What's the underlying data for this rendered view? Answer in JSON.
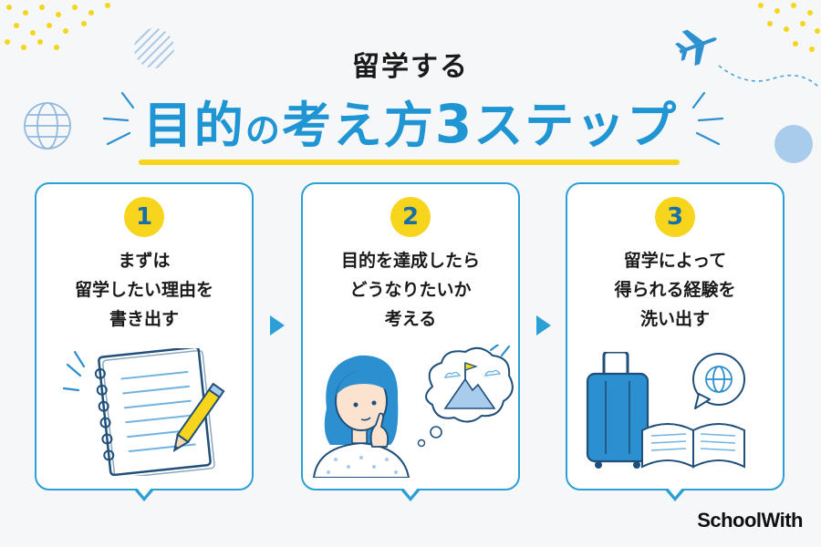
{
  "header": {
    "subtitle": "留学する",
    "title_part1": "目的",
    "title_part2": "の",
    "title_part3": "考え方",
    "title_num": "3",
    "title_part4": "ステップ"
  },
  "steps": [
    {
      "number": "1",
      "lines": [
        "まずは",
        "留学したい理由を",
        "書き出す"
      ]
    },
    {
      "number": "2",
      "lines": [
        "目的を達成したら",
        "どうなりたいか",
        "考える"
      ]
    },
    {
      "number": "3",
      "lines": [
        "留学によって",
        "得られる経験を",
        "洗い出す"
      ]
    }
  ],
  "logo": {
    "text": "SchoolWith"
  },
  "colors": {
    "accent": "#2b9fd6",
    "highlight": "#f7d51d",
    "text": "#1a1a1a"
  },
  "icons": [
    "airplane-icon",
    "globe-icon",
    "notebook-icon",
    "pencil-icon",
    "thinking-person-icon",
    "mountain-flag-icon",
    "suitcase-icon",
    "open-book-icon",
    "globe-bubble-icon"
  ]
}
